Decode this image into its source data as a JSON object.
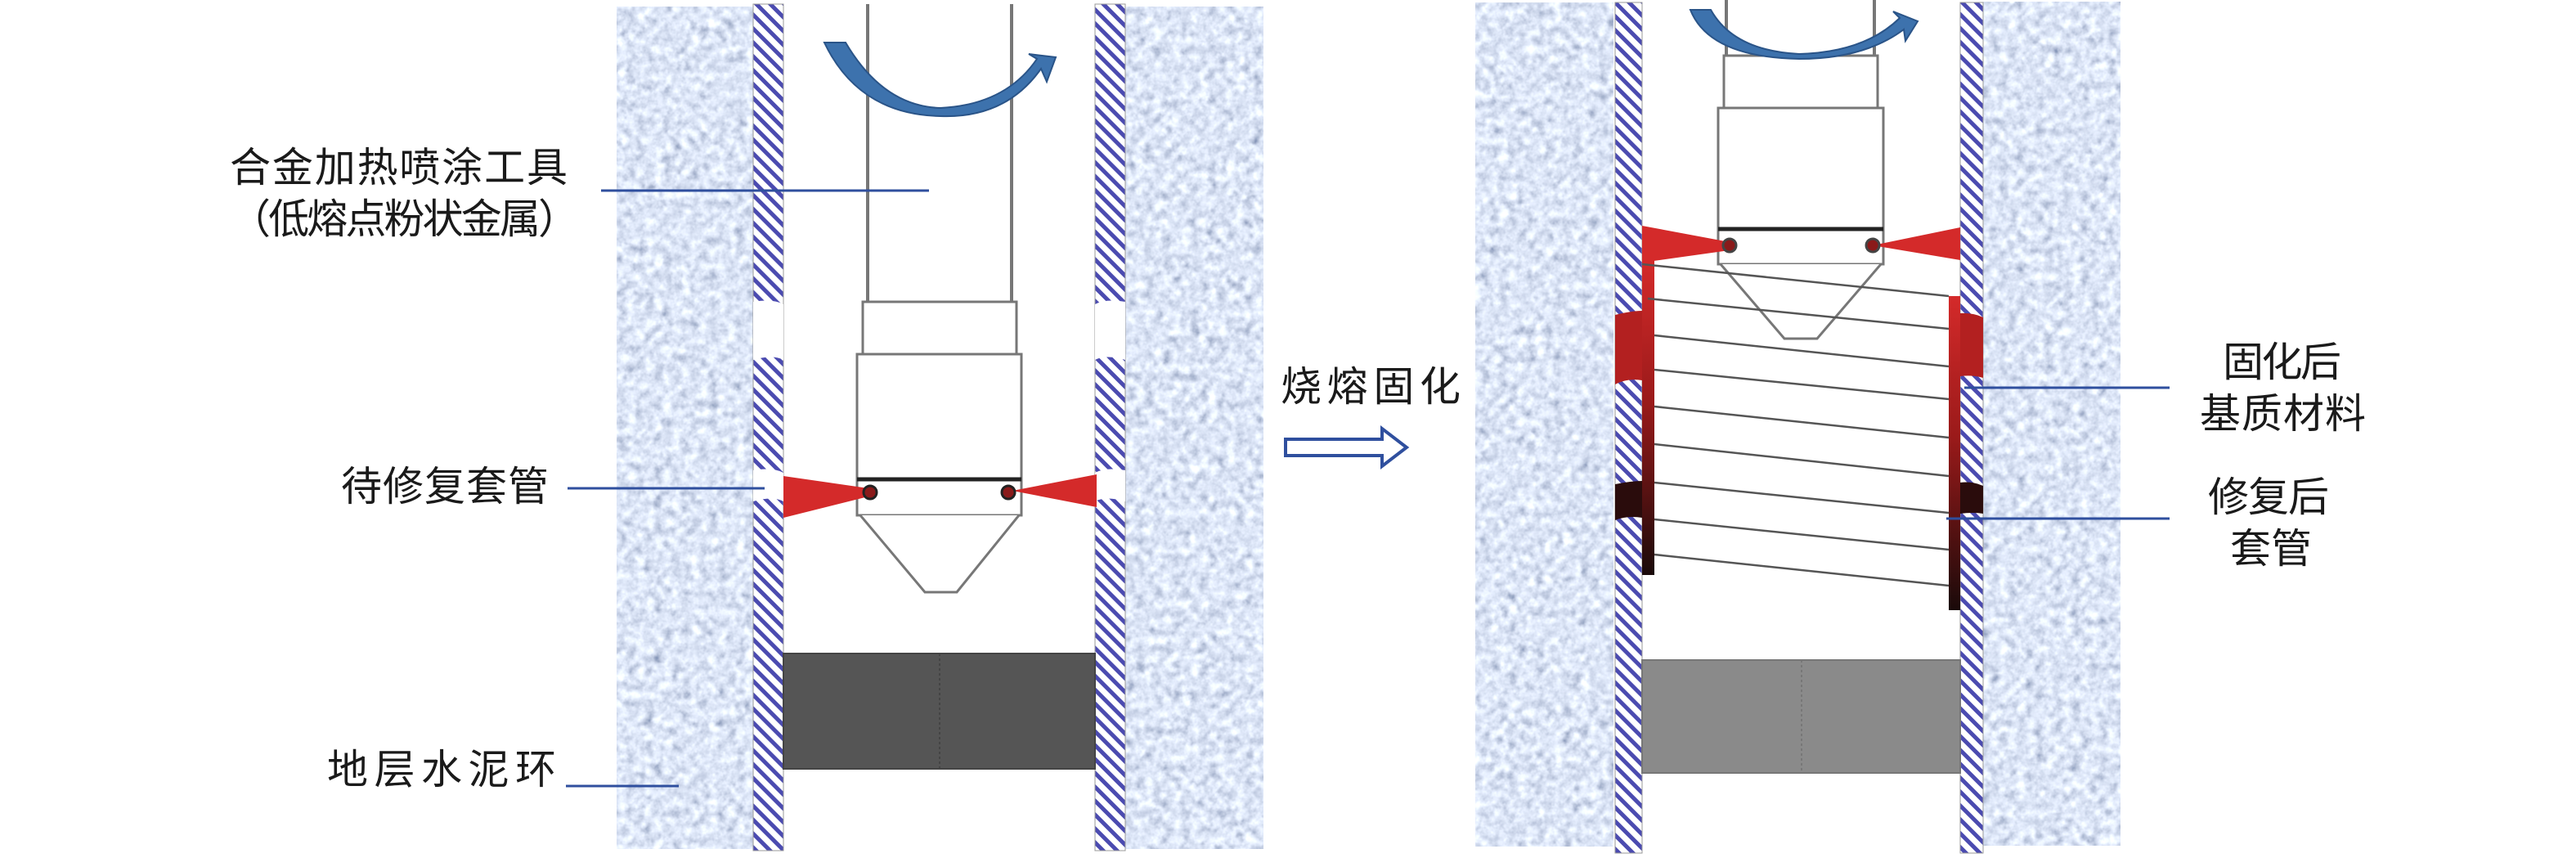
{
  "labels": {
    "tool_line1": "合金加热喷涂工具",
    "tool_line2": "（低熔点粉状金属）",
    "casing_to_repair": "待修复套管",
    "cement_ring": "地层水泥环",
    "process": "烧熔固化",
    "matrix_line1": "固化后",
    "matrix_line2": "基质材料",
    "repaired_line1": "修复后",
    "repaired_line2": "套管"
  },
  "colors": {
    "leader": "#2f4f9e",
    "spray_red": "#d42a2a",
    "rotation_arrow": "#3d72ad",
    "casing_hatch": "#4b4bb0",
    "plug_dark": "#555555",
    "plug_light": "#8a8a8a"
  }
}
